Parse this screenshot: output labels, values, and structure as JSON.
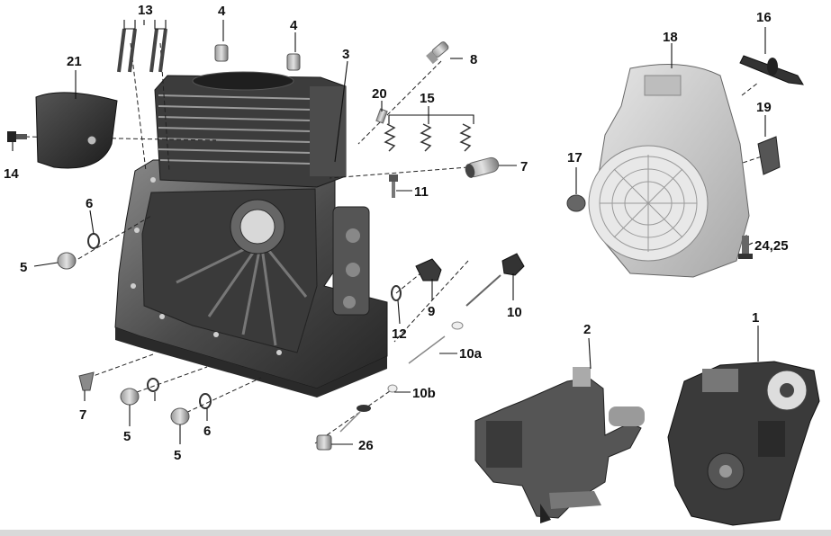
{
  "callouts": {
    "c1": "1",
    "c2": "2",
    "c3": "3",
    "c4a": "4",
    "c4b": "4",
    "c5a": "5",
    "c5b": "5",
    "c5c": "5",
    "c6a": "6",
    "c6b": "6",
    "c7a": "7",
    "c7b": "7",
    "c8": "8",
    "c9": "9",
    "c10": "10",
    "c10a": "10a",
    "c10b": "10b",
    "c11": "11",
    "c12": "12",
    "c13": "13",
    "c14": "14",
    "c15": "15",
    "c16": "16",
    "c17": "17",
    "c18": "18",
    "c19": "19",
    "c20": "20",
    "c21": "21",
    "c24_25": "24,25",
    "c26": "26"
  },
  "colors": {
    "part_dark": "#2b2b2b",
    "part_mid": "#6a6a6a",
    "part_light": "#bdbdbd",
    "shroud": "#d4d4d4",
    "line": "#111111"
  }
}
